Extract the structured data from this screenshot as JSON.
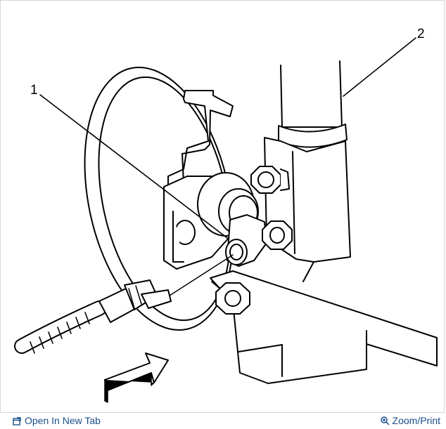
{
  "diagram": {
    "callouts": [
      {
        "id": "1",
        "label": "1"
      },
      {
        "id": "2",
        "label": "2"
      }
    ]
  },
  "footer": {
    "open_new_tab_label": "Open In New Tab",
    "zoom_print_label": "Zoom/Print",
    "link_color": "#1a4f8b"
  },
  "icons": {
    "open_new_tab": "open-new-tab-icon",
    "zoom": "zoom-icon"
  }
}
